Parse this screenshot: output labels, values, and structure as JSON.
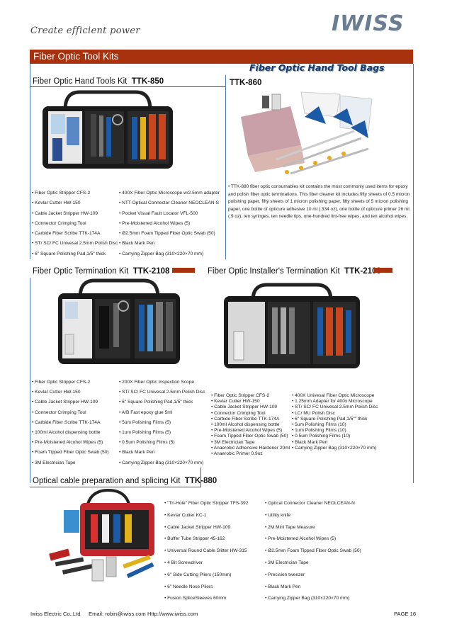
{
  "header": {
    "tagline": "Create efficient power",
    "logo": "IWISS"
  },
  "banner": {
    "title": "Fiber Optic Tool Kits"
  },
  "subheading": "Fiber Optic Hand Tool Bags",
  "kits": {
    "ttk850": {
      "name": "Fiber Optic Hand Tools Kit",
      "code": "TTK-850",
      "col1": [
        "• Fiber Optic Stripper CFS-2",
        "• Kevlar Cutter HW-150",
        "• Cable Jacket Stripper HW-109",
        "• Connector Crimping Tool",
        "• Carbide Fiber Scribe TTK-174A",
        "• ST/ SC/ FC Univesal 2.5mm Polish Disc",
        "• 6\" Square Polishing Pad,1/5\" thick"
      ],
      "col2": [
        "• 400X Fiber Optic Microscope w/2.5mm adapter",
        "• NTT Optical Connector Cleaner NEOCLEAN-S",
        "• Pocket Visual Fault Locator VFL-500",
        "• Pre-Moistened Alcohol Wipes (5)",
        "• Ø2.5mm Foam Tipped Fiber Optic Swab (50)",
        "• Black Mark Pen",
        "• Carrying Zipper Bag (310×220×70 mm)"
      ]
    },
    "ttk860": {
      "code": "TTK-860",
      "description": "• TTK-880 fiber optic consumables kit contains the most commonly used items for epoxy and polish fiber optic terminations. This fiber cleaner kit includes:fifty sheets of 0.5 micron polishing paper, fifty sheets of 1 micron polishing paper, fifty sheets of 5 micron polishing paper, one bottle of opticure adhesive 10 ml (.334 oz), one bottle of opticure primer 26 ml (.9 oz), ten syringes, ten needle tips, one-hundred lint-free wipes, and ten alcohol wipes."
    },
    "ttk2108": {
      "name": "Fiber Optic Termination Kit",
      "code": "TTK-2108",
      "col1": [
        "• Fiber Optic Stripper CFS-2",
        "• Kevlar Cutter HW-150",
        "• Cable Jacket Stripper HW-109",
        "• Connector Crimping Tool",
        "• Carbide Fiber Scribe TTK-174A",
        "• 100ml Alcohol dispensing bottle",
        "• Pre-Moistened Alcohol Wipes (5)",
        "• Foam Tipped Fiber Optic Swab (50)",
        "• 3M Electrician Tape"
      ],
      "col2": [
        "• 200X Fiber Optic Inspection Scope",
        "• ST/ SC/ FC Univesal 2.5mm Polish Disc",
        "• 6\" Square Polishing Pad,1/5\" thick",
        "• A/B Fast epoxy glue  5ml",
        "• 5um Polishing Films (5)",
        "• 1um Polishing Films (5)",
        "• 0.5um Polishing Films (5)",
        "• Black Mark Pen",
        "• Carrying Zipper Bag (310×220×70 mm)"
      ]
    },
    "ttk2109": {
      "name": "Fiber Optic Installer's Termination Kit",
      "code": "TTK-2109",
      "col1": [
        "• Fiber Optic Stripper CFS-2",
        "• Kevlar Cutter HW-150",
        "• Cable Jacket Stripper HW-109",
        "• Connector Crimping Tool",
        "• Carbide Fiber Scribe TTK-174A",
        "• 100ml Alcohol dispensing bottle",
        "• Pre-Moistened Alcohol Wipes (5)",
        "• Foam Tipped Fiber Optic Swab (50)",
        "• 3M Electrician Tape",
        "• Anaerobic Adhensive Hardener 20ml",
        "• Anaerobic Primer 0.9oz"
      ],
      "col2": [
        "• 400X Univesal Fiber Optic Microscope",
        "• 1.25mm Adapter for 400x Microscope",
        "• ST/ SC/ FC Univesal 2.5mm Polish Disc",
        "• LC/ MU Polish Disc",
        "• 6\" Square Polishing Pad,1/5\"\" thick",
        "• 5um Polishing Films (10)",
        "• 1um Polishing Films (10)",
        "• 0.5um Polishing Films (10)",
        "• Black Mark Pen",
        "• Carrying Zipper Bag (310×220×70 mm)"
      ]
    },
    "ttk880": {
      "name": "Optical cable preparation and splicing Kit",
      "code": "TTK-880",
      "col1": [
        "•  \"Tri-Hole\" Fiber Optic Stripper TFS-392",
        "•  Kevlar Cutter  KC-1",
        "•  Cable Jacket Stripper HW-109",
        "•  Buffer Tube Stripper  45-162",
        "•  Universal Round Cable Slitter HW-315",
        "•  4 Bit Screwdriver",
        "•  6\" Side Cutting Pliers (150mm)",
        "•  6\" Needle Nose Pliers",
        "•  Fusion SpliceSleeves 60mm"
      ],
      "col2": [
        "•  Optical Connector Cleaner NEOLCEAN-N",
        "•  Utility knife",
        "•  2M Mini Tape Measure",
        "•  Pre-Moistened Alcohol Wipes (5)",
        "•  Ø2.5mm Foam Tipped Fiber Optic Swab (50)",
        "•   3M Electrician Tape",
        "•  Precision tweezer",
        "•  Black Mark Pen",
        "•  Carrying Zipper Bag (310×220×70 mm)"
      ]
    }
  },
  "footer": {
    "company": "Iwiss Electric Co.,Ltd",
    "email": "Email: robin@iwiss.com",
    "web": "Http://www.iwiss.com",
    "page": "PAGE 16"
  },
  "colors": {
    "banner": "#a8320e",
    "logo": "#6b7d92",
    "rule": "#4a78b5"
  }
}
